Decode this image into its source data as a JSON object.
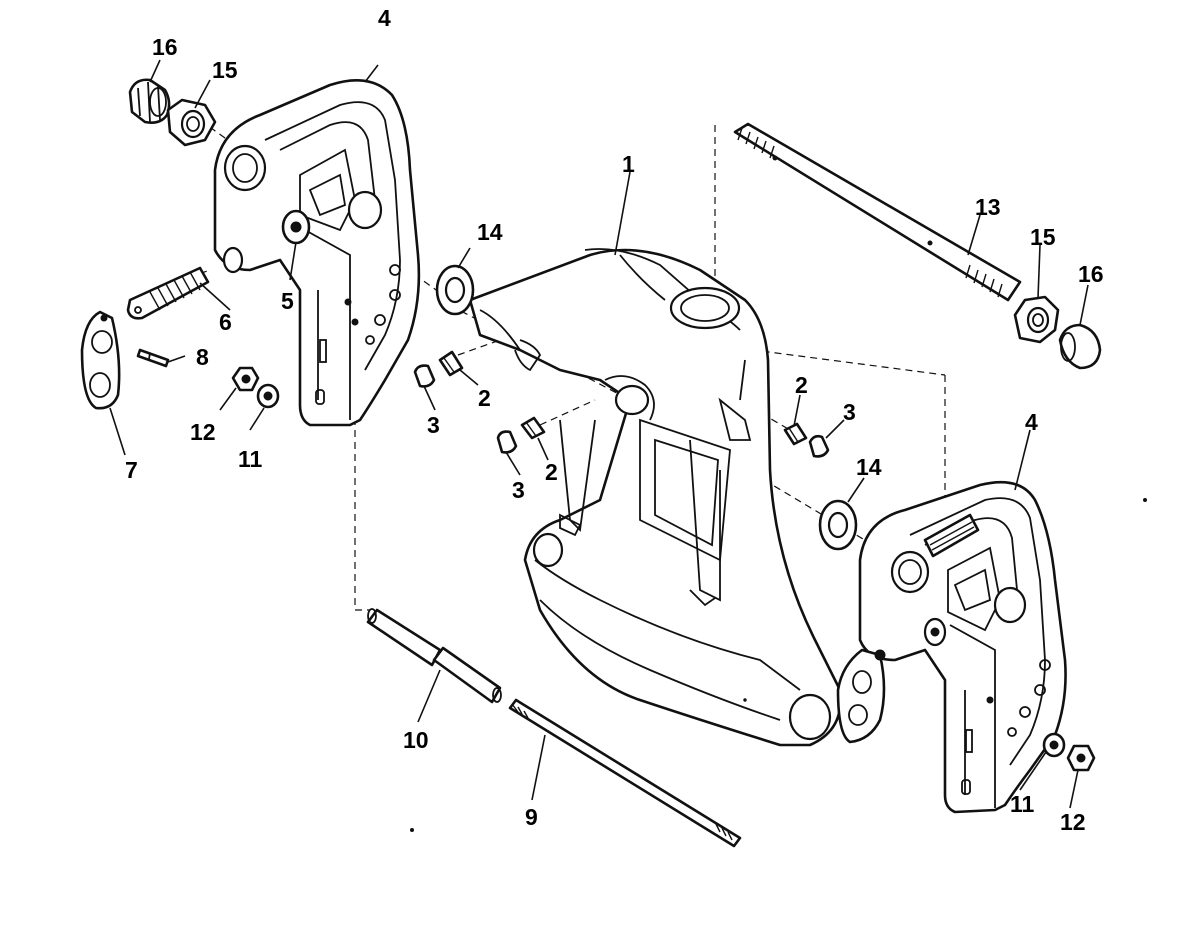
{
  "callouts": {
    "c1": "1",
    "c2a": "2",
    "c2b": "2",
    "c2c": "2",
    "c3a": "3",
    "c3b": "3",
    "c3c": "3",
    "c4a": "4",
    "c4b": "4",
    "c5": "5",
    "c6": "6",
    "c7": "7",
    "c8": "8",
    "c9": "9",
    "c10": "10",
    "c11a": "11",
    "c11b": "11",
    "c12a": "12",
    "c12b": "12",
    "c13": "13",
    "c14a": "14",
    "c14b": "14",
    "c15a": "15",
    "c15b": "15",
    "c16a": "16",
    "c16b": "16"
  }
}
